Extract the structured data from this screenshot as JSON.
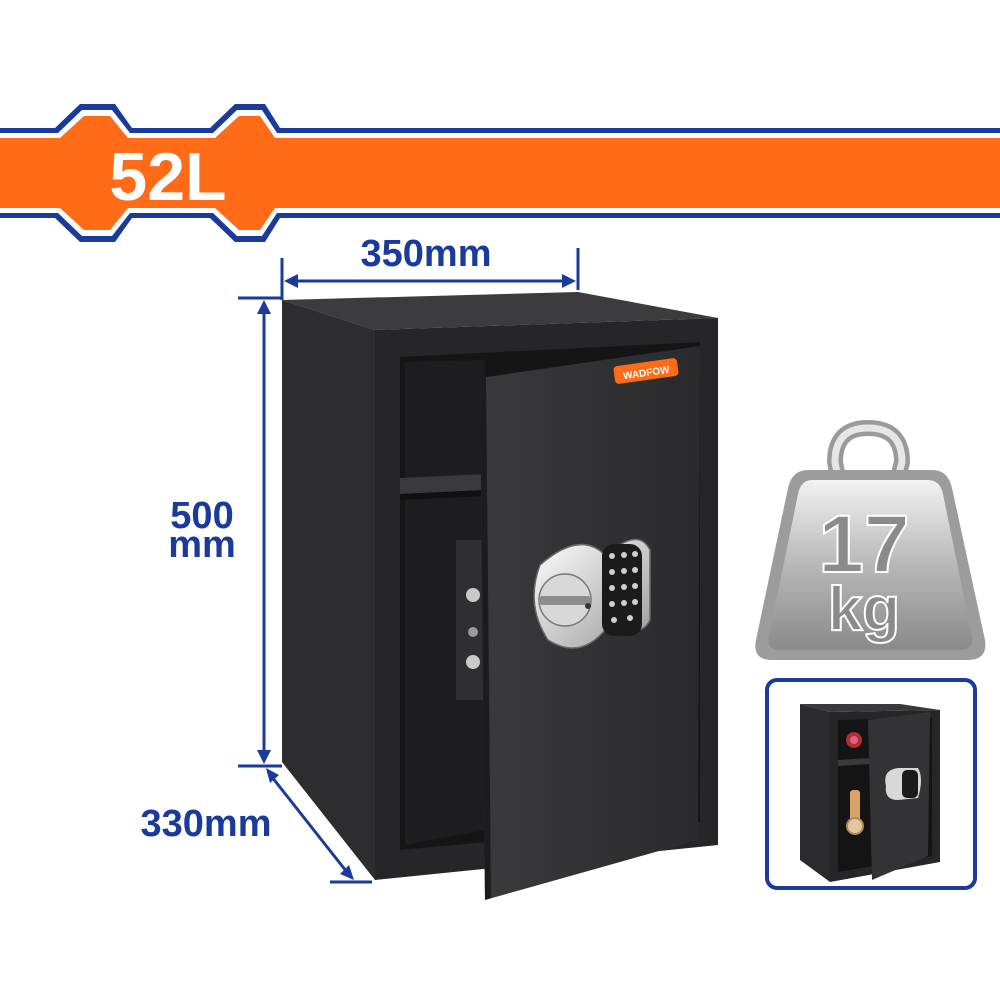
{
  "banner": {
    "capacity": "52L"
  },
  "dimensions": {
    "width": "350mm",
    "height_value": "500",
    "height_unit": "mm",
    "depth": "330mm"
  },
  "weight_badge": {
    "value": "17",
    "unit": "kg"
  },
  "brand": {
    "logo_text": "WADFOW"
  },
  "colors": {
    "accent_orange": "#FF6B17",
    "dimension_blue": "#1A3A9C",
    "safe_body": "#2B2B2D"
  }
}
